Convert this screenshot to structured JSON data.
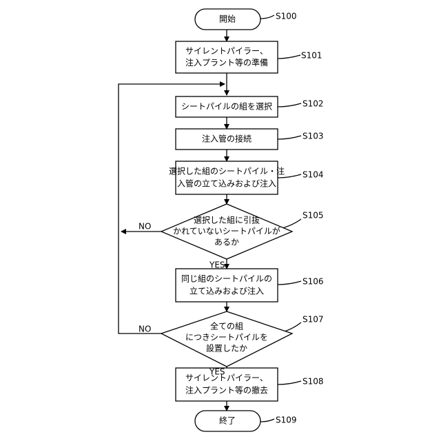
{
  "steps": {
    "s100": {
      "lines": [
        "開始"
      ],
      "id": "S100"
    },
    "s101": {
      "lines": [
        "サイレントパイラー、",
        "注入プラント等の準備"
      ],
      "id": "S101"
    },
    "s102": {
      "lines": [
        "シートパイルの組を選択"
      ],
      "id": "S102"
    },
    "s103": {
      "lines": [
        "注入管の接続"
      ],
      "id": "S103"
    },
    "s104": {
      "lines": [
        "選択した組のシートパイル・注",
        "入管の立て込みおよび注入"
      ],
      "id": "S104"
    },
    "s105": {
      "lines": [
        "選択した組に引抜",
        "かれていないシートパイルが",
        "あるか"
      ],
      "id": "S105"
    },
    "s106": {
      "lines": [
        "同じ組のシートパイルの",
        "立て込みおよび注入"
      ],
      "id": "S106"
    },
    "s107": {
      "lines": [
        "全ての組",
        "につきシートパイルを",
        "設置したか"
      ],
      "id": "S107"
    },
    "s108": {
      "lines": [
        "サイレントパイラー、",
        "注入プラント等の撤去"
      ],
      "id": "S108"
    },
    "s109": {
      "lines": [
        "終了"
      ],
      "id": "S109"
    }
  },
  "branch_labels": {
    "s105_yes": "YES",
    "s105_no": "NO",
    "s107_yes": "YES",
    "s107_no": "NO"
  }
}
